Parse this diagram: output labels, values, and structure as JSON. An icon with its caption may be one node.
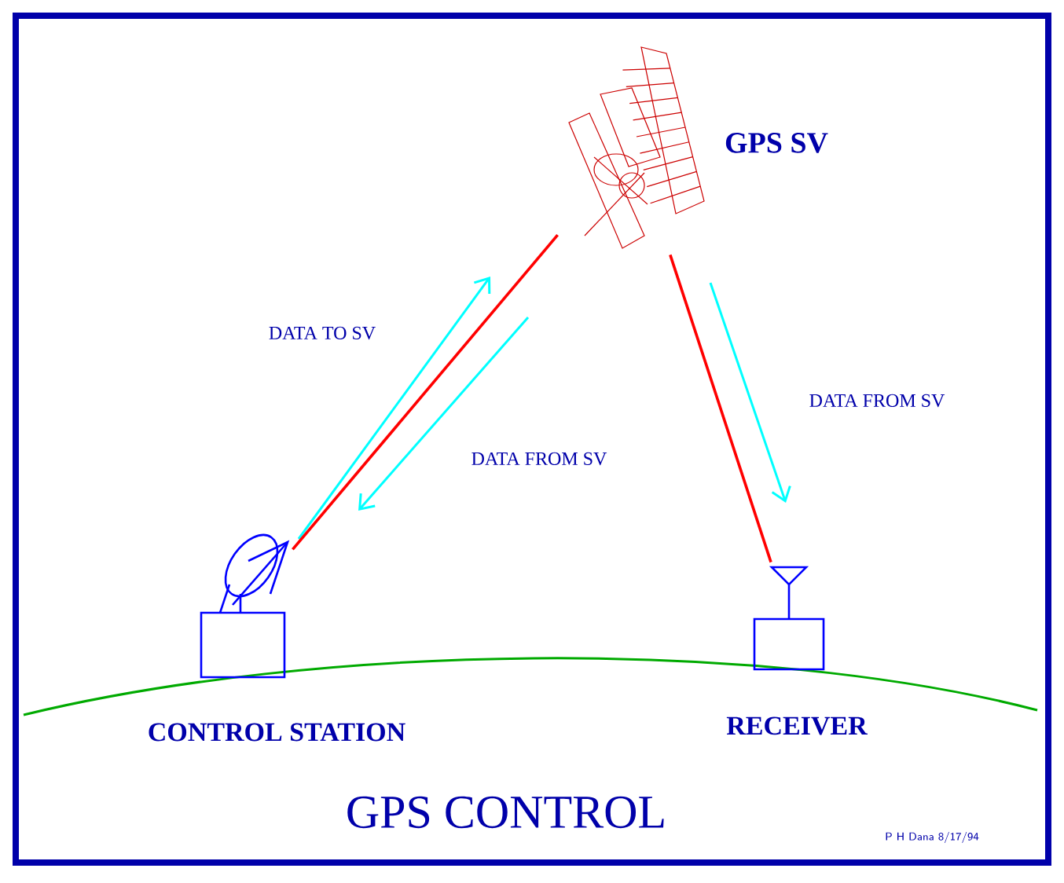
{
  "diagram": {
    "title": "GPS CONTROL",
    "nodes": [
      {
        "text": [],
        "shape": "picture",
        "beside": [
          "GPS SV"
        ]
      },
      {
        "text": [],
        "shape": "picture",
        "beside": [
          "CONTROL STATION"
        ]
      },
      {
        "text": [],
        "shape": "picture",
        "beside": [
          "RECEIVER"
        ]
      }
    ],
    "edges": [
      {
        "from": 1,
        "to": 0,
        "arrow": "none"
      },
      {
        "from": 0,
        "to": 2,
        "arrow": "none"
      }
    ],
    "labels": [
      "DATA TO SV",
      "DATA FROM SV",
      "DATA FROM SV",
      "P H Dana 8/17/94"
    ]
  }
}
